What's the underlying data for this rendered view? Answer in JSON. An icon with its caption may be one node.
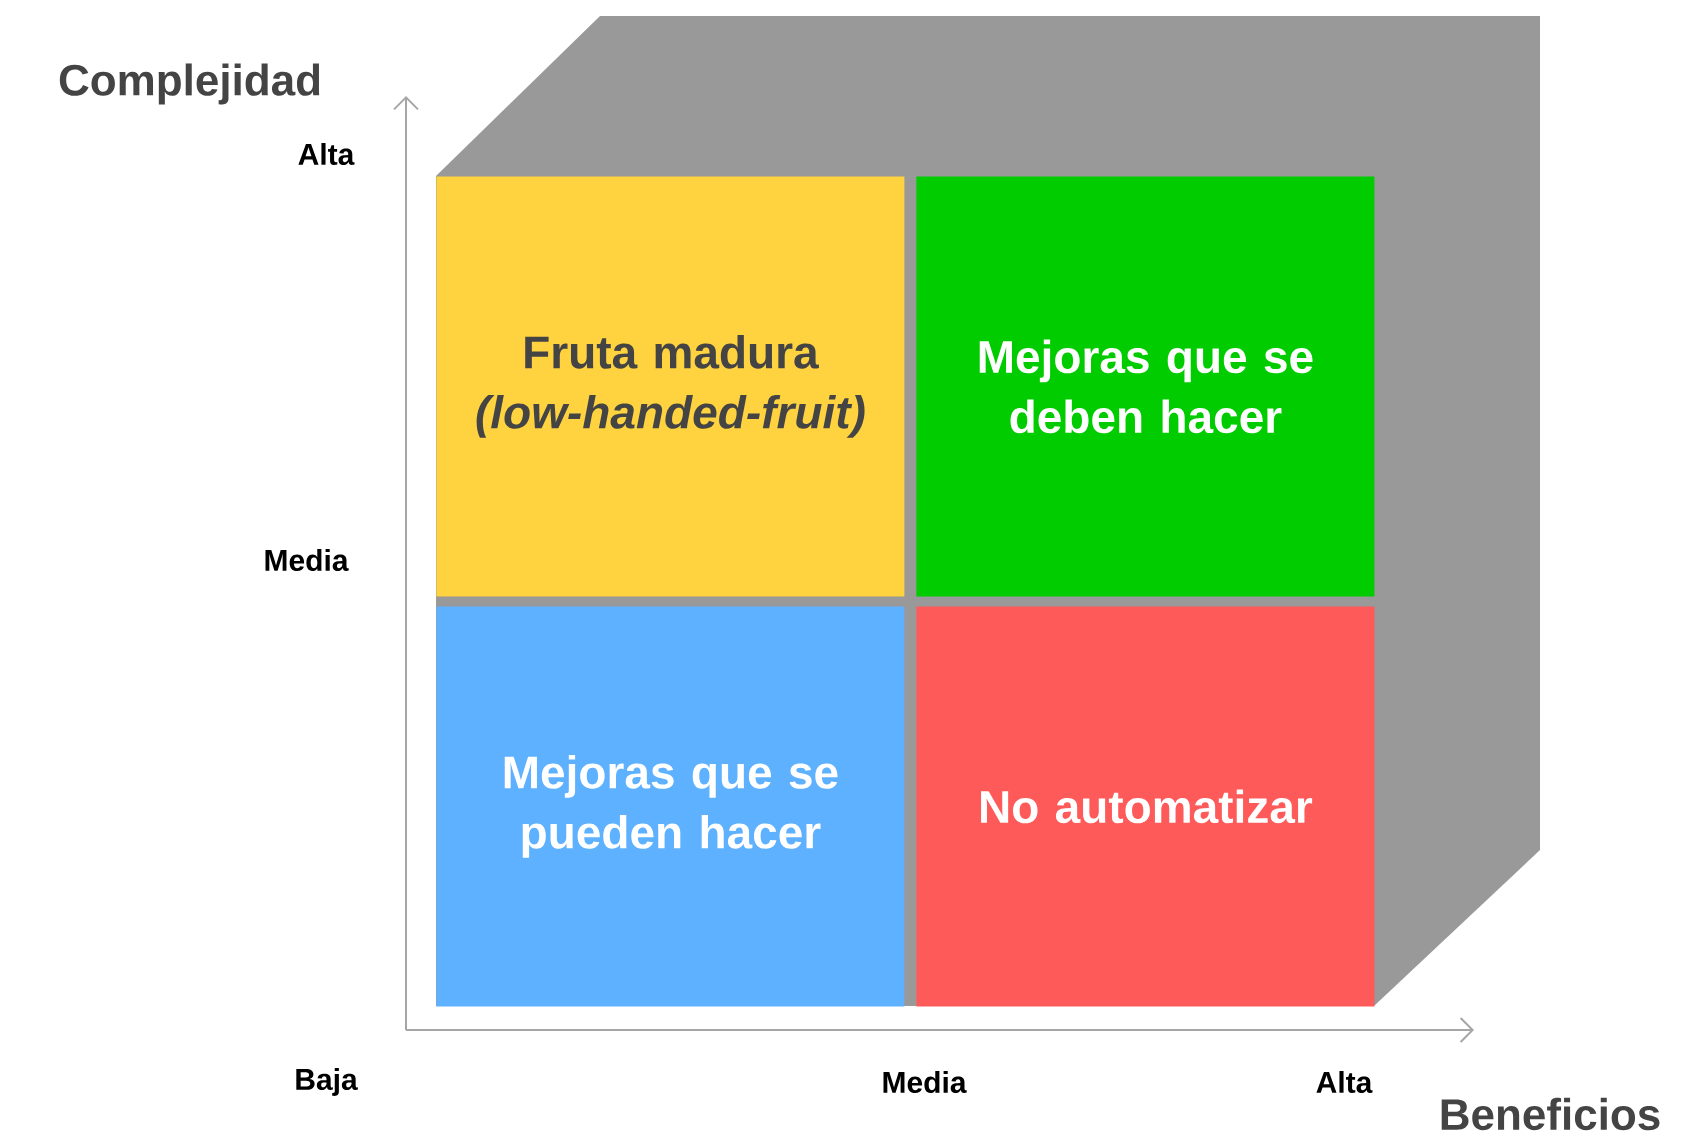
{
  "diagram": {
    "nodes": [
      {
        "text": [
          "Fruta madura",
          "(low-handed-fruit)"
        ]
      },
      {
        "text": [
          "Mejoras que se deben hacer"
        ]
      },
      {
        "text": [
          "Mejoras que se pueden hacer"
        ]
      },
      {
        "text": [
          "No automatizar"
        ]
      }
    ],
    "labels": [
      "Complejidad",
      "Alta",
      "Media",
      "Baja",
      "Media",
      "Alta",
      "Beneficios"
    ]
  }
}
